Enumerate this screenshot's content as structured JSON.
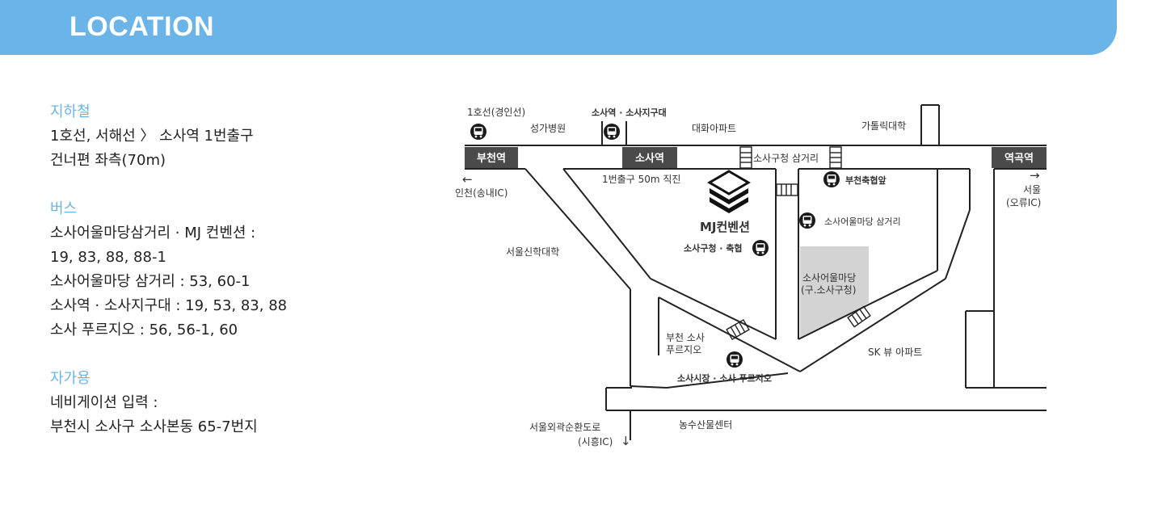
{
  "header": {
    "title": "LOCATION"
  },
  "info": {
    "subway": {
      "label": "지하철",
      "lines": [
        "1호선, 서해선 〉 소사역 1번출구",
        "건너편 좌측(70m)"
      ]
    },
    "bus": {
      "label": "버스",
      "lines": [
        "소사어울마당삼거리 · MJ 컨벤션 :",
        "19, 83, 88, 88-1",
        "소사어울마당 삼거리 : 53, 60-1",
        "소사역 · 소사지구대 : 19, 53, 83, 88",
        "소사 푸르지오 : 56, 56-1, 60"
      ]
    },
    "car": {
      "label": "자가용",
      "lines": [
        "네비게이션 입력 :",
        "부천시 소사구 소사본동 65-7번지"
      ]
    }
  },
  "map": {
    "stations": {
      "bucheon": "부천역",
      "sosa": "소사역",
      "yeokgok": "역곡역"
    },
    "line1_label": "1호선(경인선)",
    "bus_stop_sosa_station": "소사역 · 소사지구대",
    "church_hospital": "성가병원",
    "daehwa_apt": "대화아파트",
    "catholic_univ": "가톨릭대학",
    "sosa_office_junction": "소사구청 삼거리",
    "to_incheon": {
      "arrow": "←",
      "text": "인천(송내IC)"
    },
    "to_seoul": {
      "arrow": "→",
      "line1": "서울",
      "line2": "(오류IC)"
    },
    "exit1_note": "1번출구 50m 직진",
    "venue": "MJ컨벤션",
    "bucheon_nonghyup": "부천축협앞",
    "sosa_eoul_junction_stop": "소사어울마당 삼거리",
    "sosa_office_stop": "소사구청 · 축협",
    "seoul_theology": "서울신학대학",
    "sosa_eoul_madang_1": "소사어울마당",
    "sosa_eoul_madang_2": "(구.소사구청)",
    "bucheon_prugio_1": "부천 소사",
    "bucheon_prugio_2": "푸르지오",
    "sk_view": "SK 뷰 아파트",
    "market_stop": "소사시장 · 소사 푸르지오",
    "ring_road_1": "서울외곽순환도로",
    "ring_road_2": "(시흥IC)",
    "ring_road_arrow": "↓",
    "agri_center": "농수산물센터"
  },
  "colors": {
    "header_bg": "#6bb4e7",
    "accent_label": "#6bb4e7",
    "station_box": "#4a4a4a",
    "road_outline": "#222222",
    "venue_area": "#d3d3d3"
  },
  "icons": [
    "bus-icon",
    "building-stack-icon",
    "crosswalk-icon",
    "arrow-left-icon",
    "arrow-right-icon",
    "arrow-down-icon"
  ]
}
